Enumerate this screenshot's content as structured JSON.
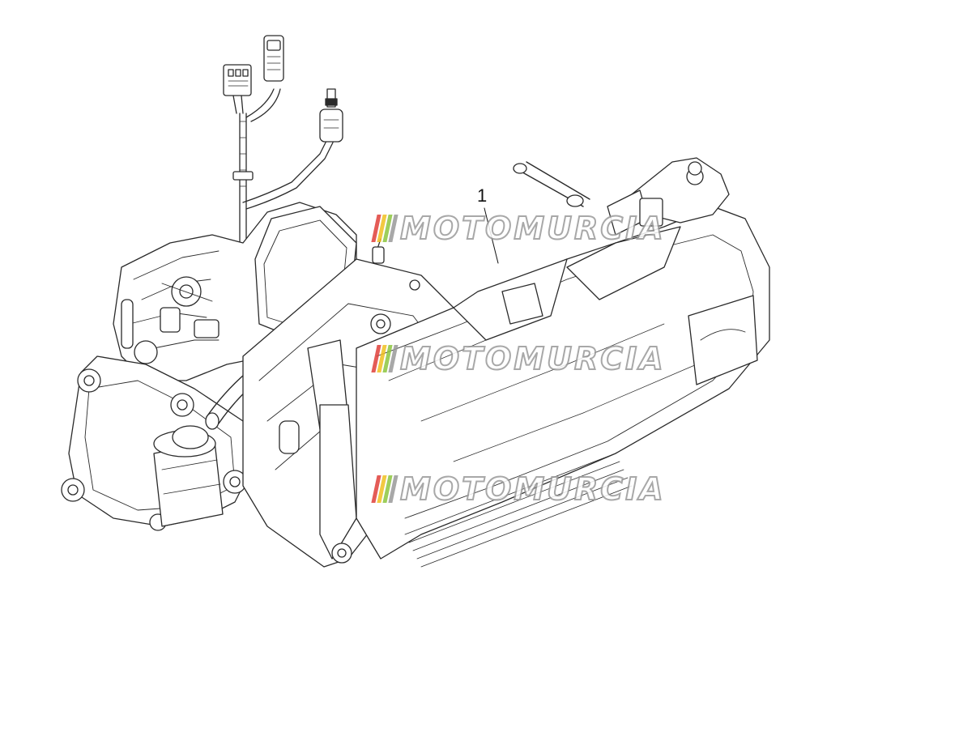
{
  "diagram": {
    "callouts": [
      {
        "id": "part-1",
        "label": "1"
      }
    ]
  },
  "watermark": {
    "text": "MOTOMURCIA",
    "stripe_colors": [
      "#e0403a",
      "#f0c020",
      "#8cc63f",
      "#9a9a9a"
    ],
    "outline_color": "#9a9a9a"
  },
  "colors": {
    "line": "#2a2a2a",
    "fill": "#ffffff",
    "shade": "#dcdcdc"
  }
}
